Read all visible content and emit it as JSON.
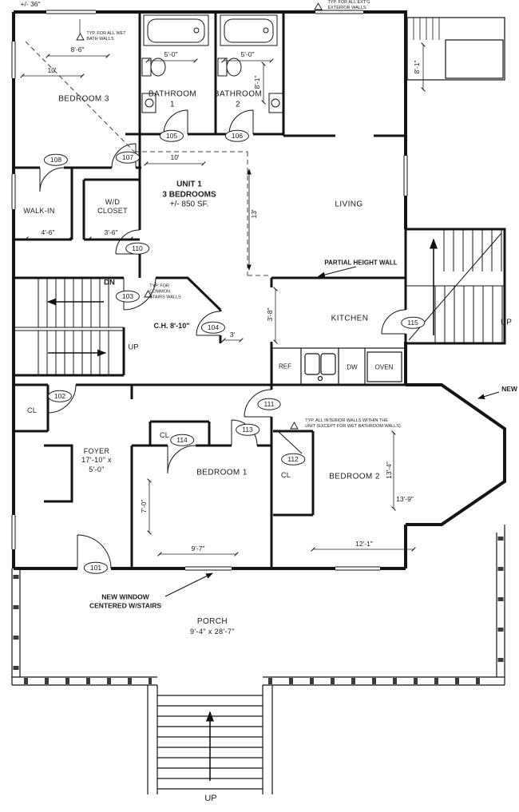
{
  "unit_info": {
    "line1": "UNIT 1",
    "line2": "3 BEDROOMS",
    "line3": "+/- 850 SF."
  },
  "rooms": {
    "bedroom3": "BEDROOM 3",
    "bathroom1_line1": "BATHROOM",
    "bathroom1_line2": "1",
    "bathroom2_line1": "BATHROOM",
    "bathroom2_line2": "2",
    "living": "LIVING",
    "walk_in": "WALK-IN",
    "wd_line1": "W/D",
    "wd_line2": "CLOSET",
    "kitchen": "KITCHEN",
    "foyer_line1": "FOYER",
    "foyer_line2": "17'-10\" x",
    "foyer_line3": "5'-0\"",
    "bedroom1": "BEDROOM 1",
    "bedroom2": "BEDROOM 2",
    "porch_line1": "PORCH",
    "porch_line2": "9'-4\" x 28'-7\"",
    "closet_foyer": "CL",
    "closet_hall": "CL",
    "closet_bedroom2": "CL"
  },
  "door_tags": {
    "t101": "101",
    "t102": "102",
    "t103": "103",
    "t104": "104",
    "t105": "105",
    "t106": "106",
    "t107": "107",
    "t108": "108",
    "t110": "110",
    "t111": "111",
    "t112": "112",
    "t113": "113",
    "t114": "114",
    "t115": "115"
  },
  "dimensions": {
    "bedroom3_width": "8'-6\"",
    "bedroom3_width2": "10'",
    "bathroom1_width": "5'-0\"",
    "bathroom2_width": "5'-0\"",
    "bathroom2_depth": "8'-1\"",
    "deck_depth": "8'-1\"",
    "hall_width": "10'",
    "walk_in_width": "4'-6\"",
    "wd_width": "3'-6\"",
    "unit_depth": "13'",
    "kitchen_opening": "3'-8\"",
    "hall_opening": "3'",
    "ceiling_height": "C.H. 8'-10\"",
    "bedroom1_depth": "7'-0\"",
    "bedroom1_width": "9'-7\"",
    "bedroom2_width": "12'-1\"",
    "bedroom2_depth": "13'-4\"",
    "bedroom2_diag": "13'-9\"",
    "top_left_partial": "+/- 36\""
  },
  "labels": {
    "dn": "DN",
    "up_interior": "UP",
    "up_common_stair": "UP",
    "up_porch": "UP",
    "ref": "REF",
    "dw": "DW",
    "oven": "OVEN",
    "new": "NEW"
  },
  "notes": {
    "wet_bath_line1": "TYP. FOR ALL WET",
    "wet_bath_line2": "BATH WALLS",
    "exterior_line1": "TYP. FOR ALL EXT'G",
    "exterior_line2": "EXTERIOR WALLS",
    "partial_height_wall": "PARTIAL HEIGHT WALL",
    "common_stairs_line1": "TYP. FOR",
    "common_stairs_line2": "COMMON",
    "common_stairs_line3": "STAIRS WALLS",
    "interior_walls_line1": "TYP. ALL INTERIOR WALLS WITHIN THE",
    "interior_walls_line2": "UNIT (EXCEPT FOR WET BATHROOM WALLS)",
    "new_window_line1": "NEW WINDOW",
    "new_window_line2": "CENTERED W/STAIRS"
  }
}
